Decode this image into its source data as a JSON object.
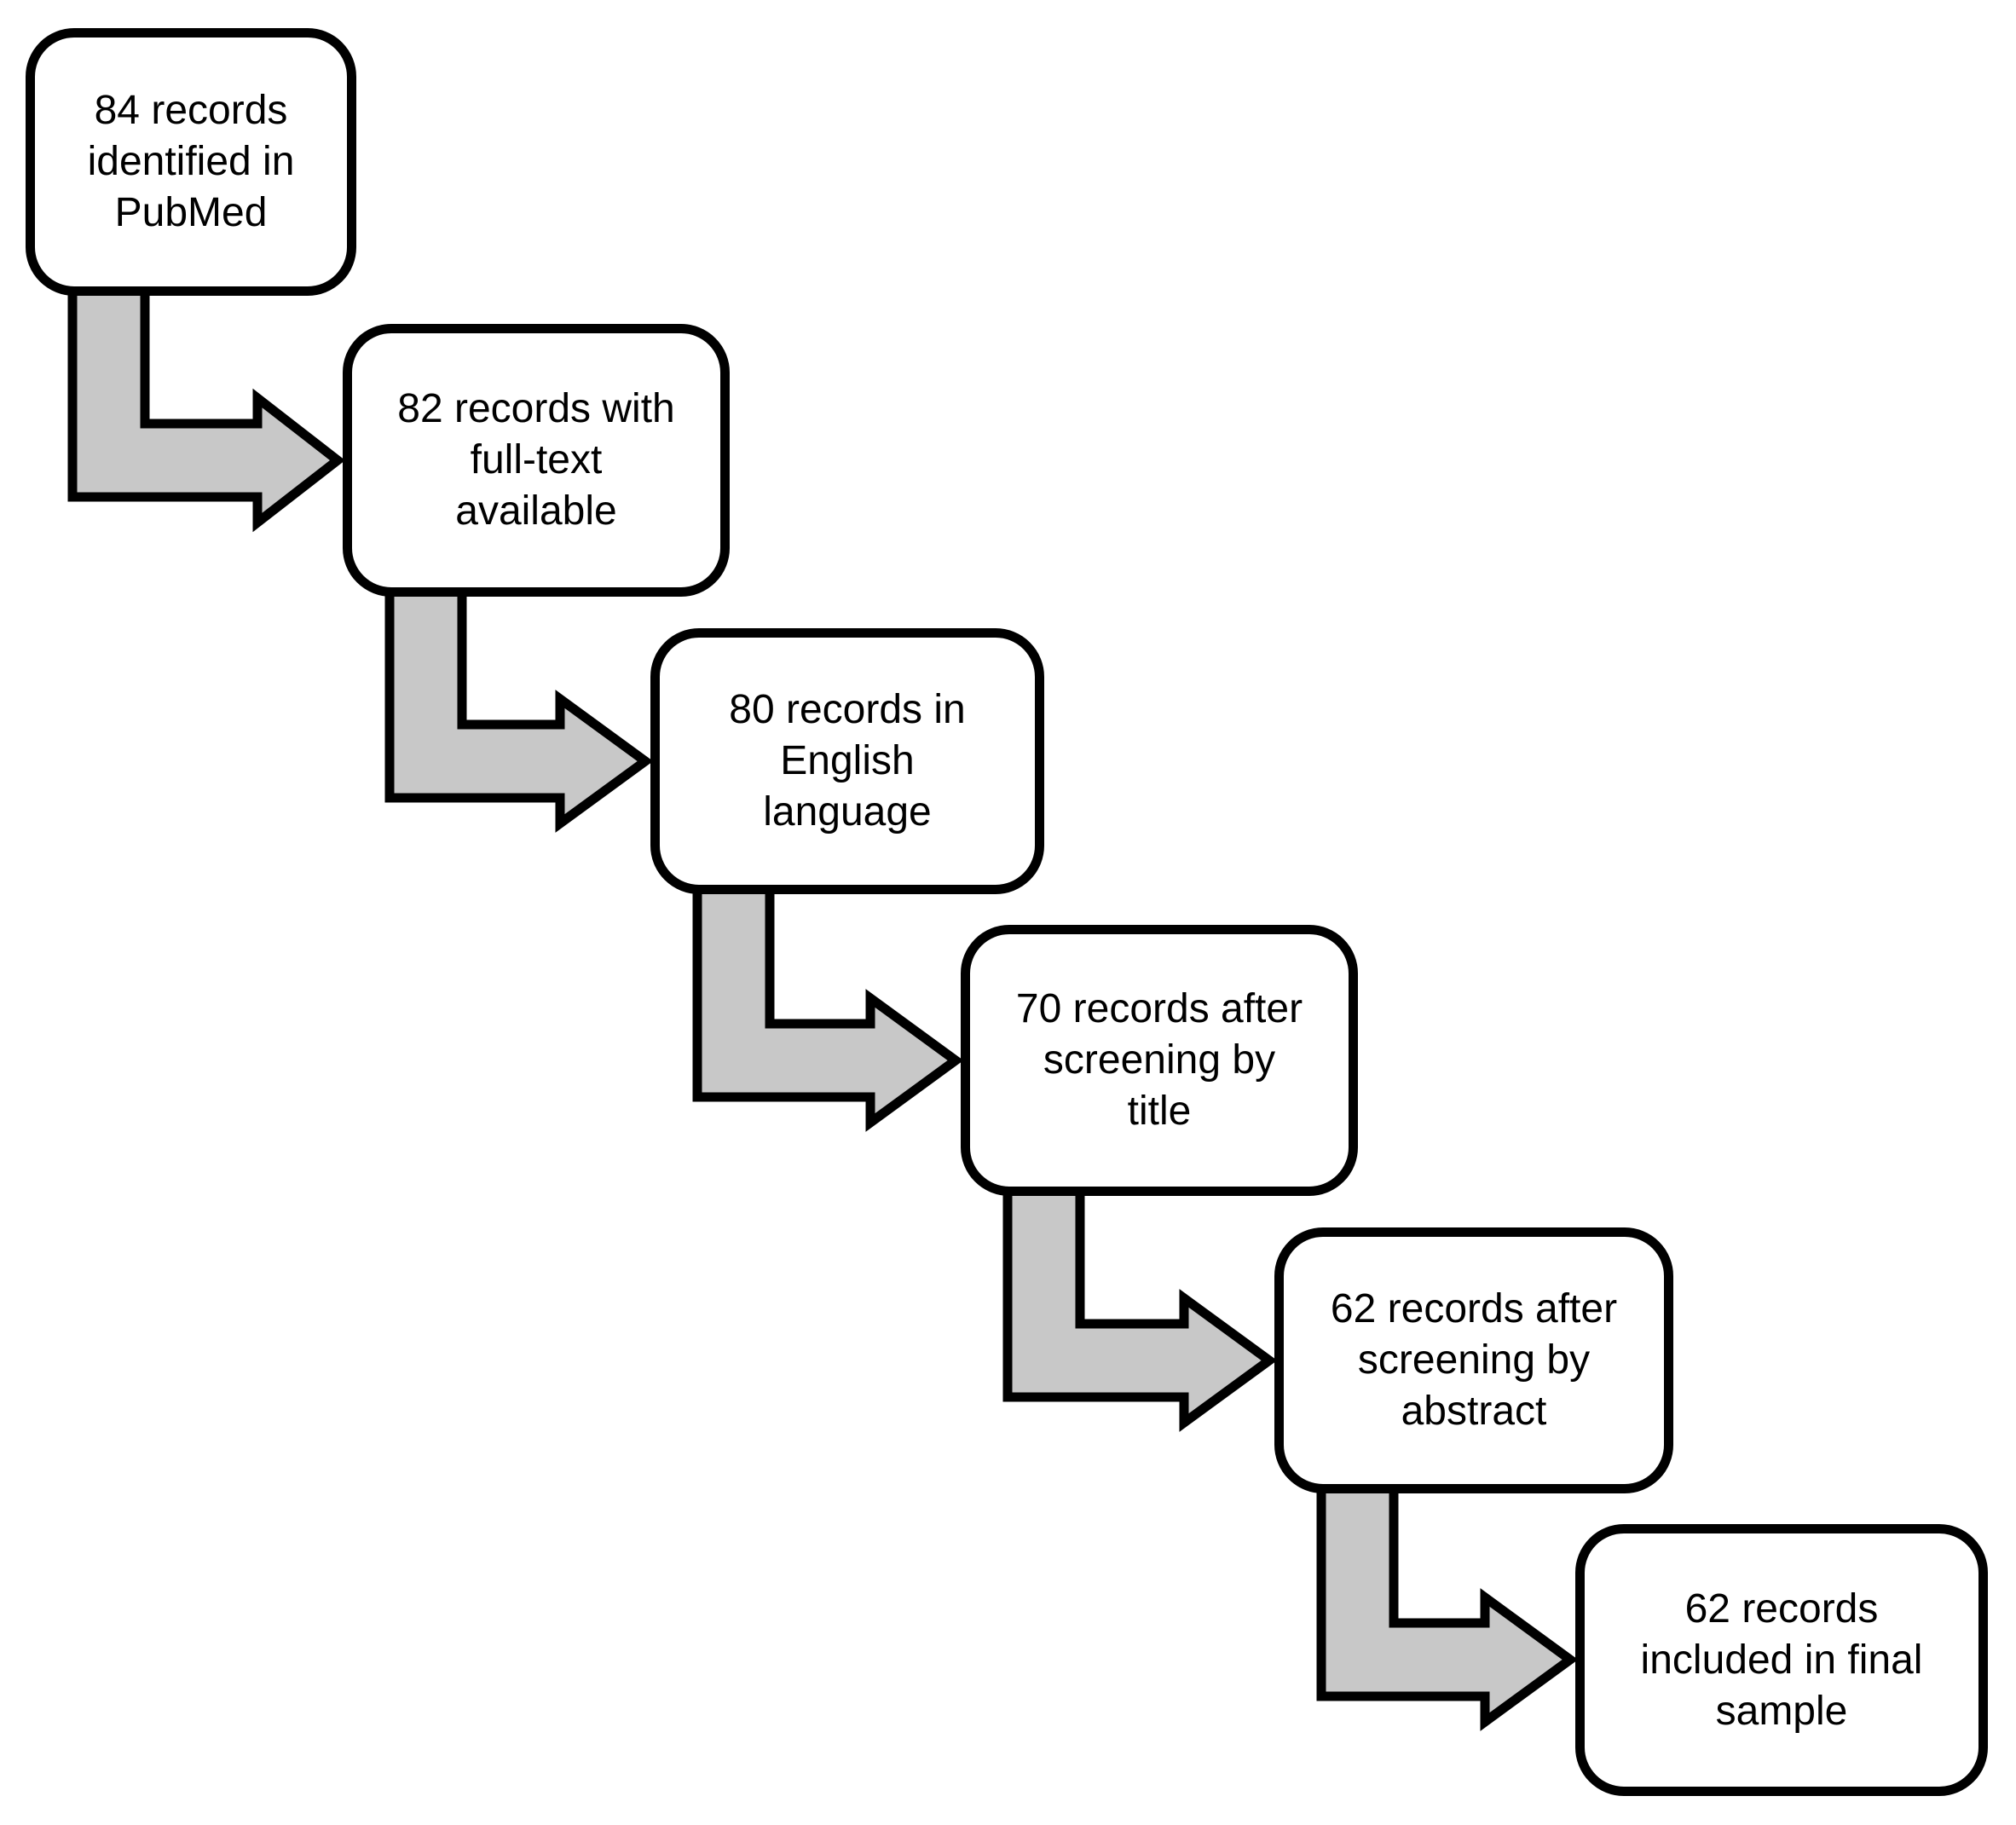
{
  "diagram": {
    "type": "flowchart",
    "description": "Record screening cascade flowchart",
    "boxes": [
      {
        "label": "84 records\nidentified in\nPubMed"
      },
      {
        "label": "82 records with\nfull-text\navailable"
      },
      {
        "label": "80 records in\nEnglish\nlanguage"
      },
      {
        "label": "70 records after\nscreening by\ntitle"
      },
      {
        "label": "62 records after\nscreening by\nabstract"
      },
      {
        "label": "62 records\nincluded in final\nsample"
      }
    ],
    "connectors": [
      {
        "from": 0,
        "to": 1,
        "shape": "elbow-down-right-arrow"
      },
      {
        "from": 1,
        "to": 2,
        "shape": "elbow-down-right-arrow"
      },
      {
        "from": 2,
        "to": 3,
        "shape": "elbow-down-right-arrow"
      },
      {
        "from": 3,
        "to": 4,
        "shape": "elbow-down-right-arrow"
      },
      {
        "from": 4,
        "to": 5,
        "shape": "elbow-down-right-arrow"
      }
    ],
    "colors": {
      "background": "#ffffff",
      "box_fill": "#ffffff",
      "box_border": "#000000",
      "arrow_fill": "#c8c8c8",
      "arrow_outline": "#000000",
      "text": "#000000"
    }
  }
}
